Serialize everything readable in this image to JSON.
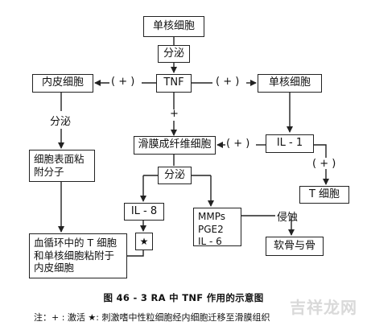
{
  "nodes": {
    "monocyte_top": "单核细胞",
    "secrete_top": "分泌",
    "tnf": "TNF",
    "endothelial": "内皮细胞",
    "monocyte_right": "单核细胞",
    "synovial_fibroblast": "滑膜成纤维细胞",
    "il1": "IL - 1",
    "t_cell": "T 细胞",
    "adhesion_molecule": [
      "细胞表面粘",
      "附分子"
    ],
    "il8": "IL - 8",
    "star": "★",
    "mediators": [
      "MMPs",
      "PGE2",
      "IL - 6"
    ],
    "adhesion_result": [
      "血循环中的 T 细胞",
      "和单核细胞粘附于",
      "内皮细胞"
    ],
    "cartilage_bone": "软骨与骨"
  },
  "labels": {
    "plus_left": "( + )",
    "plus_right": "( + )",
    "plus_center": "+",
    "plus_il1_fib": "( + )",
    "plus_il1_t": "( + )",
    "secrete_left": "分泌",
    "secrete_mid": "分泌",
    "erosion": "侵蚀"
  },
  "caption": "图 46 - 3   RA 中 TNF 作用的示意图",
  "note": "注：+ : 激活      ★: 刺激嗜中性粒细胞经内细胞迁移至滑膜组织",
  "watermark": "吉祥龙网"
}
